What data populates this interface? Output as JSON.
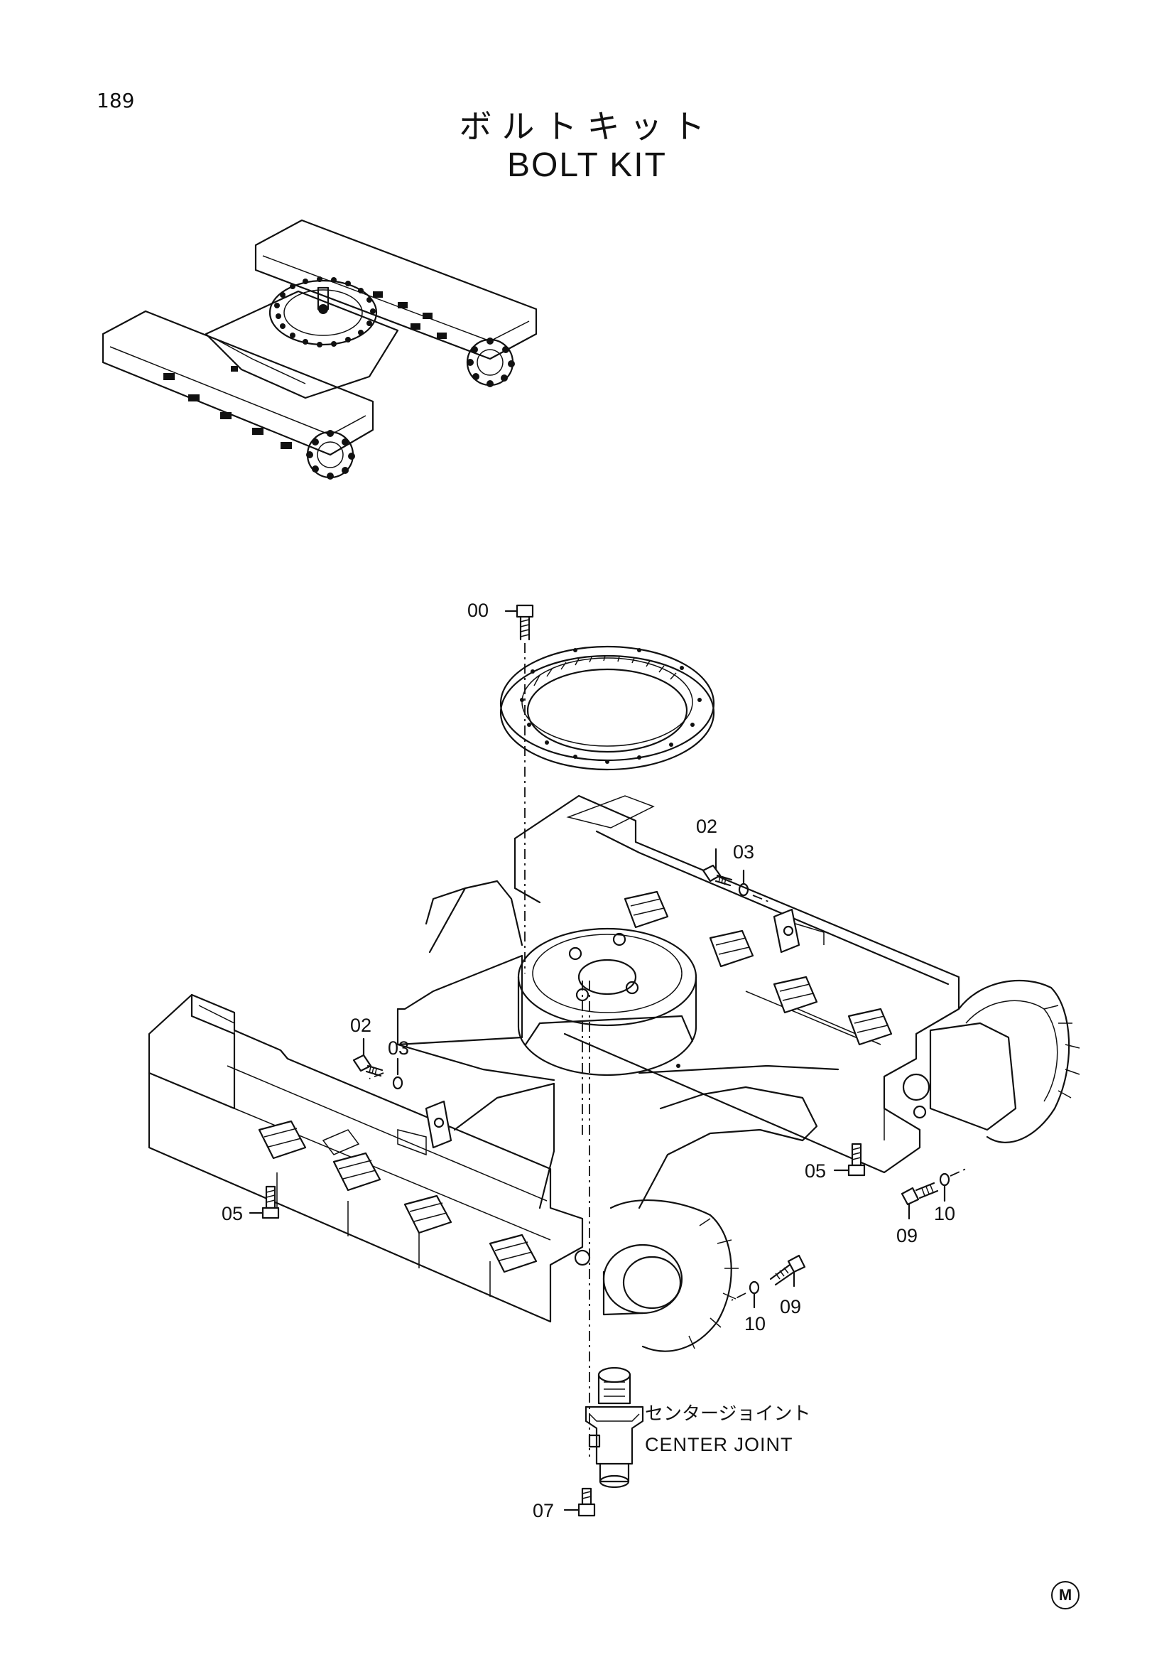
{
  "page": {
    "number": "189",
    "title_jp": "ボルトキット",
    "title_en": "BOLT KIT",
    "brand_mark": "M"
  },
  "callouts": [
    "00",
    "02",
    "03",
    "02",
    "03",
    "05",
    "05",
    "09",
    "10",
    "10",
    "09",
    "07"
  ],
  "caption": {
    "jp": "センタージョイント",
    "en": "CENTER JOINT"
  }
}
